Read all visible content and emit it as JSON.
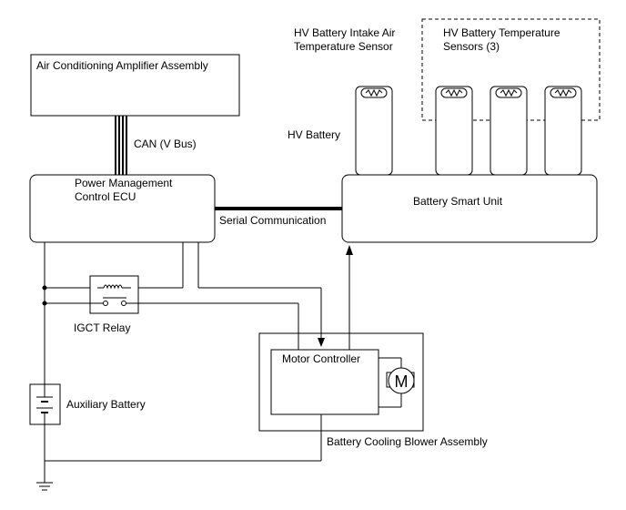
{
  "labels": {
    "ac_amplifier": "Air Conditioning Amplifier Assembly",
    "can_bus": "CAN (V Bus)",
    "power_mgmt_ecu": "Power Management Control ECU",
    "serial_comm": "Serial Communication",
    "battery_smart_unit": "Battery Smart Unit",
    "hv_battery": "HV Battery",
    "intake_sensor": "HV Battery Intake Air Temperature Sensor",
    "temp_sensors": "HV Battery Temperature Sensors (3)",
    "igct_relay": "IGCT Relay",
    "motor_controller": "Motor Controller",
    "motor_symbol": "M",
    "aux_battery": "Auxiliary Battery",
    "blower_assembly": "Battery Cooling Blower Assembly"
  }
}
